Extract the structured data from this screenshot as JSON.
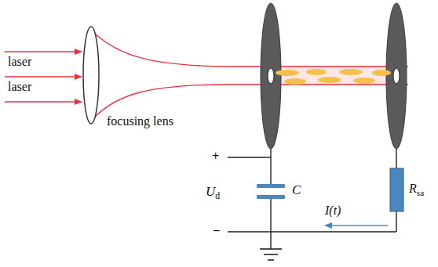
{
  "diagram": {
    "labels": [
      "laser",
      "laser",
      "focusing lens",
      "+",
      "Ud",
      "C",
      "I(t)",
      "Rsa",
      "−"
    ]
  }
}
